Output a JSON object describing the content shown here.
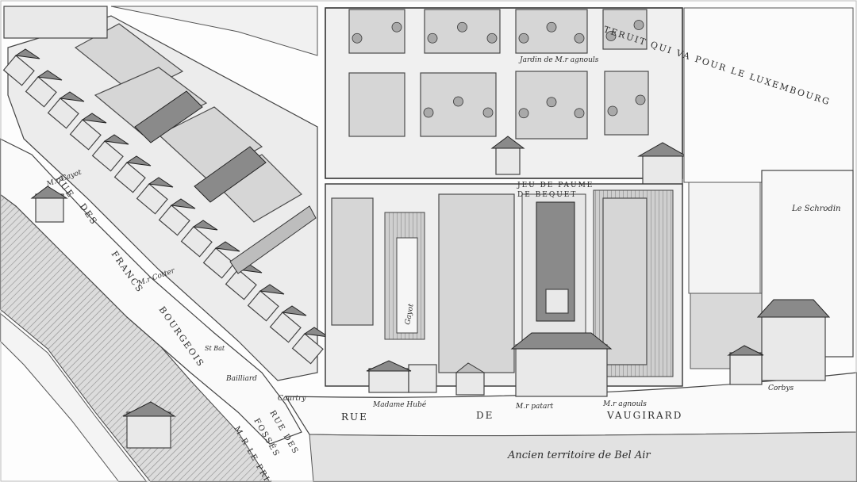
{
  "map": {
    "labels": {
      "rue_des_francs_bourgeois": [
        "RUE",
        "DES",
        "FRANCS",
        "BOURGEOIS"
      ],
      "rue_de_vaugirard": [
        "RUE",
        "DE",
        "VAUGIRARD"
      ],
      "rue_des_fosses": [
        "RUE DES",
        "FOSSÉS",
        "M.R LE PRINCE"
      ],
      "chemin_luxembourg": "TERUIT QUI VA POUR LE LUXEMBOURG",
      "jeu_de_paume": [
        "JEU DE PAUME",
        "DE BEQUET"
      ],
      "jardin": "Jardin de M.r agnouls",
      "ancien_territoire": "Ancien territoire de Bel Air",
      "schrodin": "Le Schrodin"
    },
    "owners": {
      "m_gayot": "M.r Gayot",
      "m_cotter": "M.r Cotter",
      "bailliard": "Bailliard",
      "courtry": "Courtry",
      "madame_hubé": "Madame Hubé",
      "m_patart": "M.r patart",
      "m_agnouls": "M.r agnouls",
      "corbys": "Corbys",
      "gayot_vertical": "Gayot",
      "st_bat": "St Bat"
    }
  },
  "colors": {
    "ink": "#2c2c2c",
    "paper": "#ffffff",
    "shade": "#d6d6d6"
  }
}
